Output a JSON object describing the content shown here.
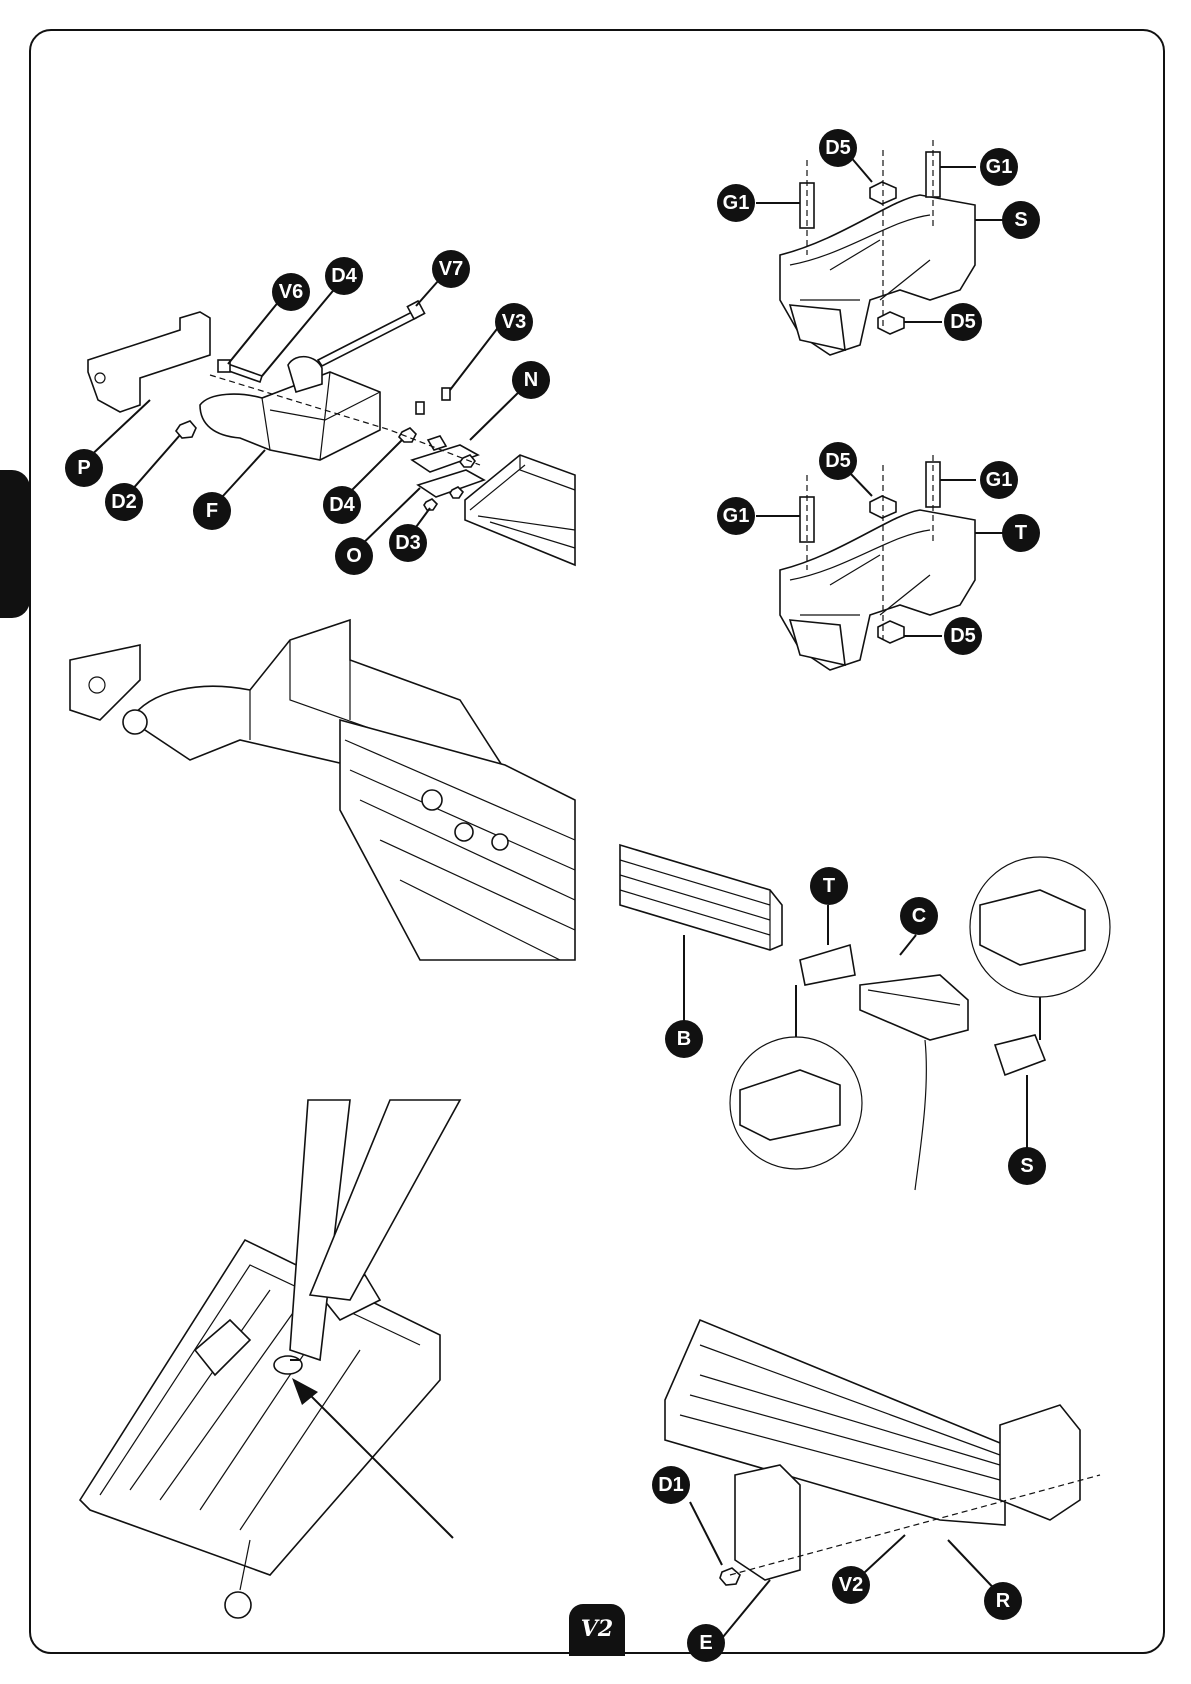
{
  "logo_text": "V2",
  "colors": {
    "ink": "#111111",
    "paper": "#ffffff"
  },
  "figures": {
    "bracket_assembly": {
      "labels": [
        "V6",
        "D4",
        "V7",
        "V3",
        "N",
        "P",
        "D2",
        "F",
        "D4",
        "O",
        "D3"
      ]
    },
    "slider_S": {
      "labels": [
        "D5",
        "G1",
        "G1",
        "S",
        "D5"
      ]
    },
    "slider_T": {
      "labels": [
        "D5",
        "G1",
        "G1",
        "T",
        "D5"
      ]
    },
    "rail_carriage": {
      "labels": [
        "T",
        "C",
        "B",
        "S"
      ]
    },
    "rail_end": {
      "labels": [
        "D1",
        "V2",
        "R",
        "E"
      ]
    }
  }
}
